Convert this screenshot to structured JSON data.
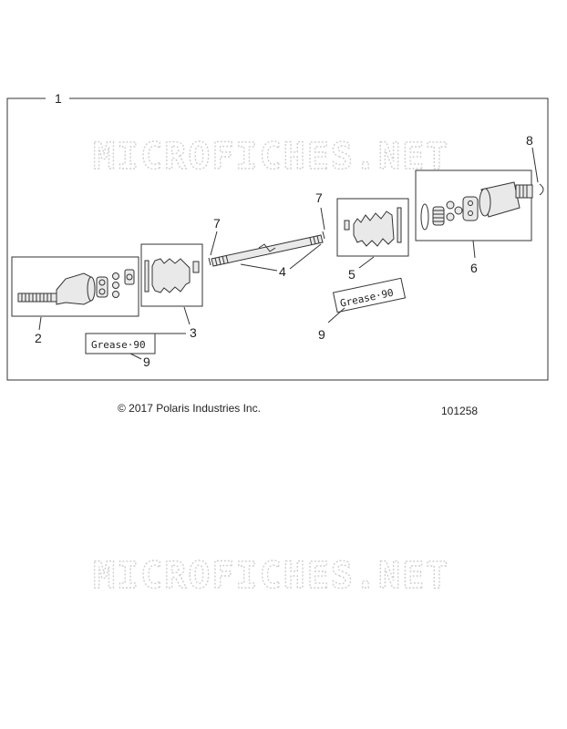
{
  "watermark": "MICROFICHES.NET",
  "callouts": {
    "assembly": "1",
    "cv_joint_outer": "2",
    "boot_kit_outer": "3",
    "shaft": "4",
    "boot_kit_inner": "5",
    "cv_joint_inner": "6",
    "circlip_left": "7",
    "circlip_right": "7",
    "retaining_ring": "8",
    "grease_left": "9",
    "grease_right": "9"
  },
  "grease_label": "Grease·90",
  "copyright": "© 2017 Polaris Industries Inc.",
  "figure_id": "101258"
}
